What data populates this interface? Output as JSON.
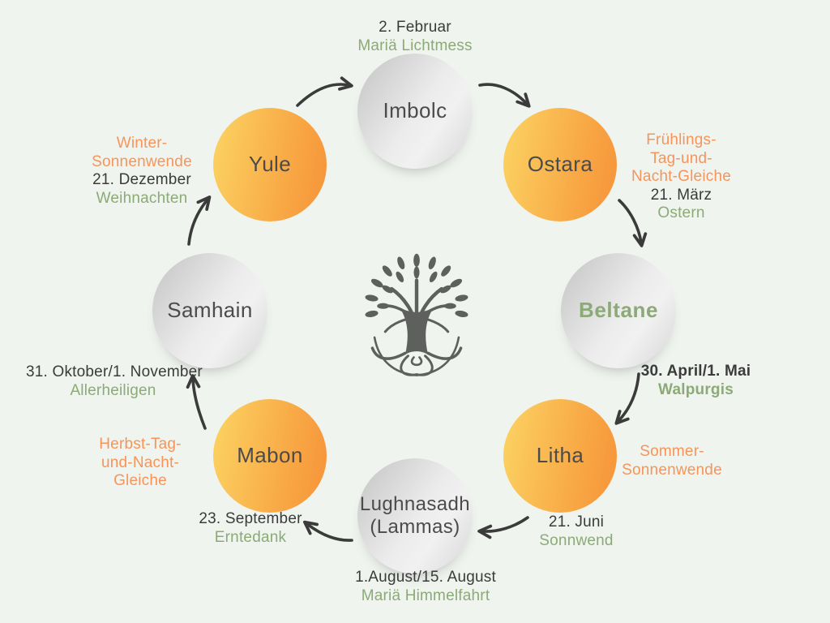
{
  "diagram": "wheel-of-the-year",
  "center_icon": "tree-of-life",
  "colors": {
    "background": "#eff4ee",
    "orange_text": "#f79459",
    "green_text": "#8caa77",
    "dark_text": "#3b3b3b",
    "circle_orange_start": "#fcd463",
    "circle_orange_end": "#f69339",
    "circle_gray_start": "#c3c3c3",
    "circle_gray_end": "#d6d6d6",
    "arrow": "#3b3b3b",
    "tree": "#5d605c"
  },
  "festivals": [
    {
      "id": "imbolc",
      "circle": "gray",
      "name_lines": [
        "Imbolc"
      ],
      "date": "2. Februar",
      "holiday": "Mariä Lichtmess",
      "season_lines": []
    },
    {
      "id": "ostara",
      "circle": "orange",
      "name_lines": [
        "Ostara"
      ],
      "date": "21. März",
      "holiday": "Ostern",
      "season_lines": [
        "Frühlings-",
        "Tag-und-",
        "Nacht-Gleiche"
      ]
    },
    {
      "id": "beltane",
      "circle": "gray",
      "name_lines": [
        "Beltane"
      ],
      "date": "30. April/1. Mai",
      "holiday": "Walpurgis",
      "season_lines": []
    },
    {
      "id": "litha",
      "circle": "orange",
      "name_lines": [
        "Litha"
      ],
      "date": "21. Juni",
      "holiday": "Sonnwend",
      "season_lines": [
        "Sommer-",
        "Sonnenwende"
      ]
    },
    {
      "id": "lughnasadh",
      "circle": "gray",
      "name_lines": [
        "Lughnasadh",
        "(Lammas)"
      ],
      "date": "1.August/15. August",
      "holiday": "Mariä Himmelfahrt",
      "season_lines": []
    },
    {
      "id": "mabon",
      "circle": "orange",
      "name_lines": [
        "Mabon"
      ],
      "date": "23. September",
      "holiday": "Erntedank",
      "season_lines": [
        "Herbst-Tag-",
        "und-Nacht-",
        "Gleiche"
      ]
    },
    {
      "id": "samhain",
      "circle": "gray",
      "name_lines": [
        "Samhain"
      ],
      "date": "31. Oktober/1. November",
      "holiday": "Allerheiligen",
      "season_lines": []
    },
    {
      "id": "yule",
      "circle": "orange",
      "name_lines": [
        "Yule"
      ],
      "date": "21. Dezember",
      "holiday": "Weihnachten",
      "season_lines": [
        "Winter-",
        "Sonnenwende"
      ]
    }
  ]
}
